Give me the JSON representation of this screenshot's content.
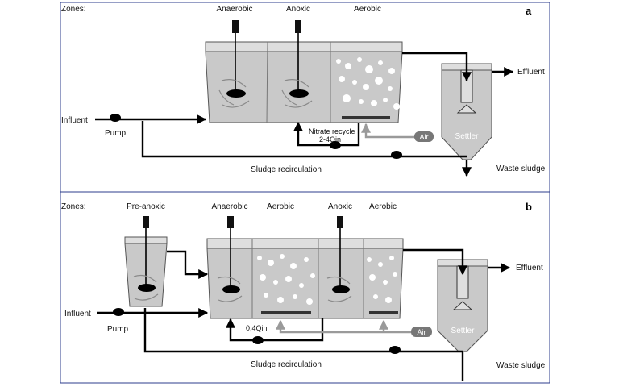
{
  "panel_a": {
    "letter": "a",
    "zones_label": "Zones:",
    "zones": [
      "Anaerobic",
      "Anoxic",
      "Aerobic"
    ],
    "influent": "Influent",
    "pump": "Pump",
    "nitrate_recycle": "Nitrate recycle",
    "recycle_ratio": "2-4Qin",
    "air": "Air",
    "settler": "Settler",
    "effluent": "Effluent",
    "waste_sludge": "Waste sludge",
    "sludge_recirculation": "Sludge recirculation"
  },
  "panel_b": {
    "letter": "b",
    "zones_label": "Zones:",
    "zones": [
      "Pre-anoxic",
      "Anaerobic",
      "Aerobic",
      "Anoxic",
      "Aerobic"
    ],
    "influent": "Influent",
    "pump": "Pump",
    "recycle_ratio": "0,4Qin",
    "air": "Air",
    "settler": "Settler",
    "effluent": "Effluent",
    "waste_sludge": "Waste sludge",
    "sludge_recirculation": "Sludge recirculation"
  },
  "colors": {
    "tank_fill": "#c9c9c9",
    "tank_stroke": "#555555",
    "flow_line": "#000000",
    "air_line": "#9a9a9a",
    "air_badge": "#777777"
  }
}
